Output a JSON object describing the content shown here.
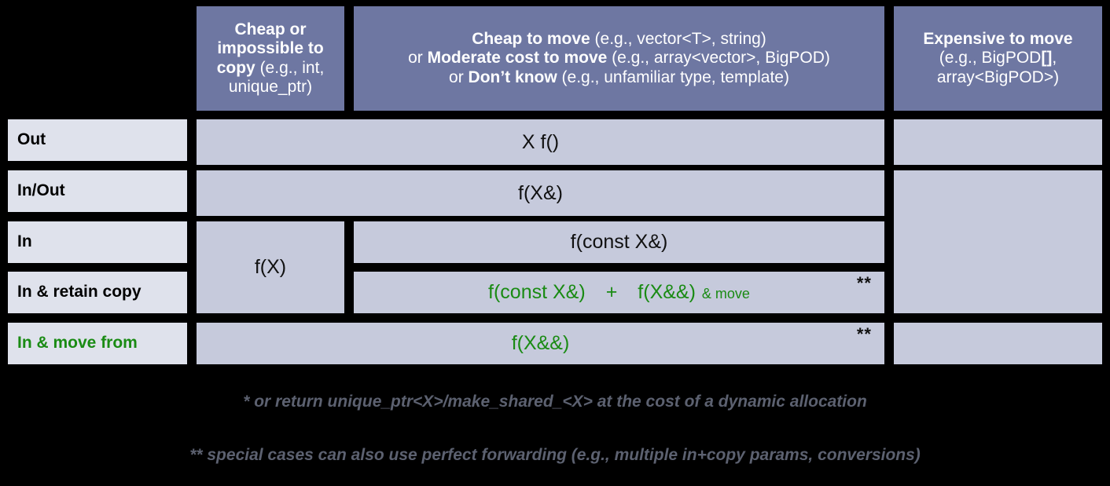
{
  "slide": {
    "title": "C++ parameter passing guidance table",
    "background_color": "#000000",
    "header_color": "#6e77a2",
    "row_label_color": "#dfe2ec",
    "cell_color": "#c6cadc",
    "green_accent": "#1a8b14",
    "footnote_color": "#5c6170"
  },
  "corner": {
    "label": ""
  },
  "columns": [
    {
      "id": "cheap-or-impossible-to-copy",
      "bold_part": "Cheap or impossible to copy",
      "example_part": " (e.g., int, unique_ptr)",
      "lines": [
        {
          "bold": "Cheap or",
          "reg": ""
        },
        {
          "bold": "impossible to",
          "reg": ""
        },
        {
          "bold": "copy",
          "reg": " (e.g., int,"
        },
        {
          "bold": "",
          "reg": "unique_ptr)"
        }
      ]
    },
    {
      "id": "cheap-to-move",
      "lines": [
        {
          "bold": "Cheap to move",
          "reg": " (e.g., vector<T>, string)"
        },
        {
          "pre": "or ",
          "bold": "Moderate cost to move",
          "reg": " (e.g., array<vector>, BigPOD)"
        },
        {
          "pre": "or ",
          "bold": "Don’t know",
          "reg": " (e.g., unfamiliar type, template)"
        }
      ]
    },
    {
      "id": "expensive-to-move",
      "lines": [
        {
          "bold": "Expensive to move",
          "reg": ""
        },
        {
          "bold": "",
          "reg": "(e.g., BigPOD",
          "bold2": "[]",
          "reg2": ","
        },
        {
          "bold": "",
          "reg": "array<BigPOD>)"
        }
      ]
    }
  ],
  "rows": [
    {
      "id": "out",
      "label": "Out",
      "label_green": false
    },
    {
      "id": "in-out",
      "label": "In/Out",
      "label_green": false
    },
    {
      "id": "in",
      "label": "In",
      "label_green": false
    },
    {
      "id": "in-retain-copy",
      "label": "In & retain copy",
      "label_green": false
    },
    {
      "id": "in-move-from",
      "label": "In & move from",
      "label_green": true
    }
  ],
  "cells": {
    "out_wide": {
      "text": "X f()",
      "green": false,
      "footnote": ""
    },
    "in_out_wide": {
      "text": "f(X&)",
      "green": false,
      "footnote": ""
    },
    "in_cheap_copy": {
      "text": "f(X)",
      "green": false,
      "footnote": ""
    },
    "in_middle": {
      "text": "f(const X&)",
      "green": false,
      "footnote": ""
    },
    "retain_copy_sig1": "f(const X&)",
    "retain_copy_plus": "+",
    "retain_copy_sig2": "f(X&&)",
    "retain_copy_suffix": "& move",
    "retain_copy_footnote": "**",
    "move_from_wide": {
      "text": "f(X&&)",
      "green": true,
      "footnote": "**"
    },
    "expensive_out": {
      "text": "",
      "green": false
    },
    "expensive_span": {
      "text": "",
      "green": false
    }
  },
  "footnotes": [
    {
      "id": "single-star",
      "text": "* or return unique_ptr<X>/make_shared_<X> at the cost of a dynamic allocation"
    },
    {
      "id": "double-star",
      "text": "** special cases can also use perfect forwarding (e.g., multiple in+copy params, conversions)"
    }
  ]
}
